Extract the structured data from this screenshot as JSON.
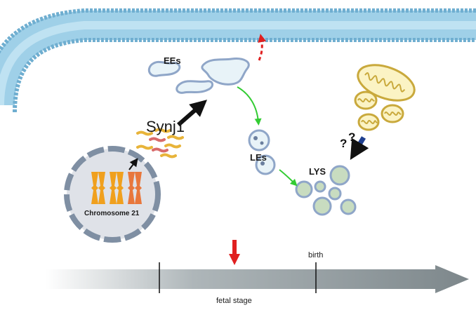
{
  "labels": {
    "gene": "Synj1",
    "early_endosomes": "EEs",
    "late_endosomes": "LEs",
    "lysosomes": "LYS",
    "chromosome": "Chromosome 21",
    "birth": "birth",
    "fetal_stage": "fetal stage",
    "question_1": "?",
    "question_2": "?"
  },
  "colors": {
    "membrane": "#9fd0e8",
    "membrane_edge": "#6faed0",
    "vesicle_fill": "#e8f3f8",
    "vesicle_edge": "#8fa6c8",
    "lysosome_fill": "#c8dcc0",
    "mito_edge": "#c9a93c",
    "mito_fill": "#fbf3c4",
    "chromosome": "#f0a01e",
    "chromosome_alt": "#e8773c",
    "nucleus_fill": "#dfe2e8",
    "nucleus_edge": "#7f8fa3",
    "arrow_black": "#111111",
    "arrow_green": "#33cc33",
    "arrow_red": "#e02020",
    "arrow_blue": "#1f3f8f",
    "timeline": "#8a9295"
  }
}
